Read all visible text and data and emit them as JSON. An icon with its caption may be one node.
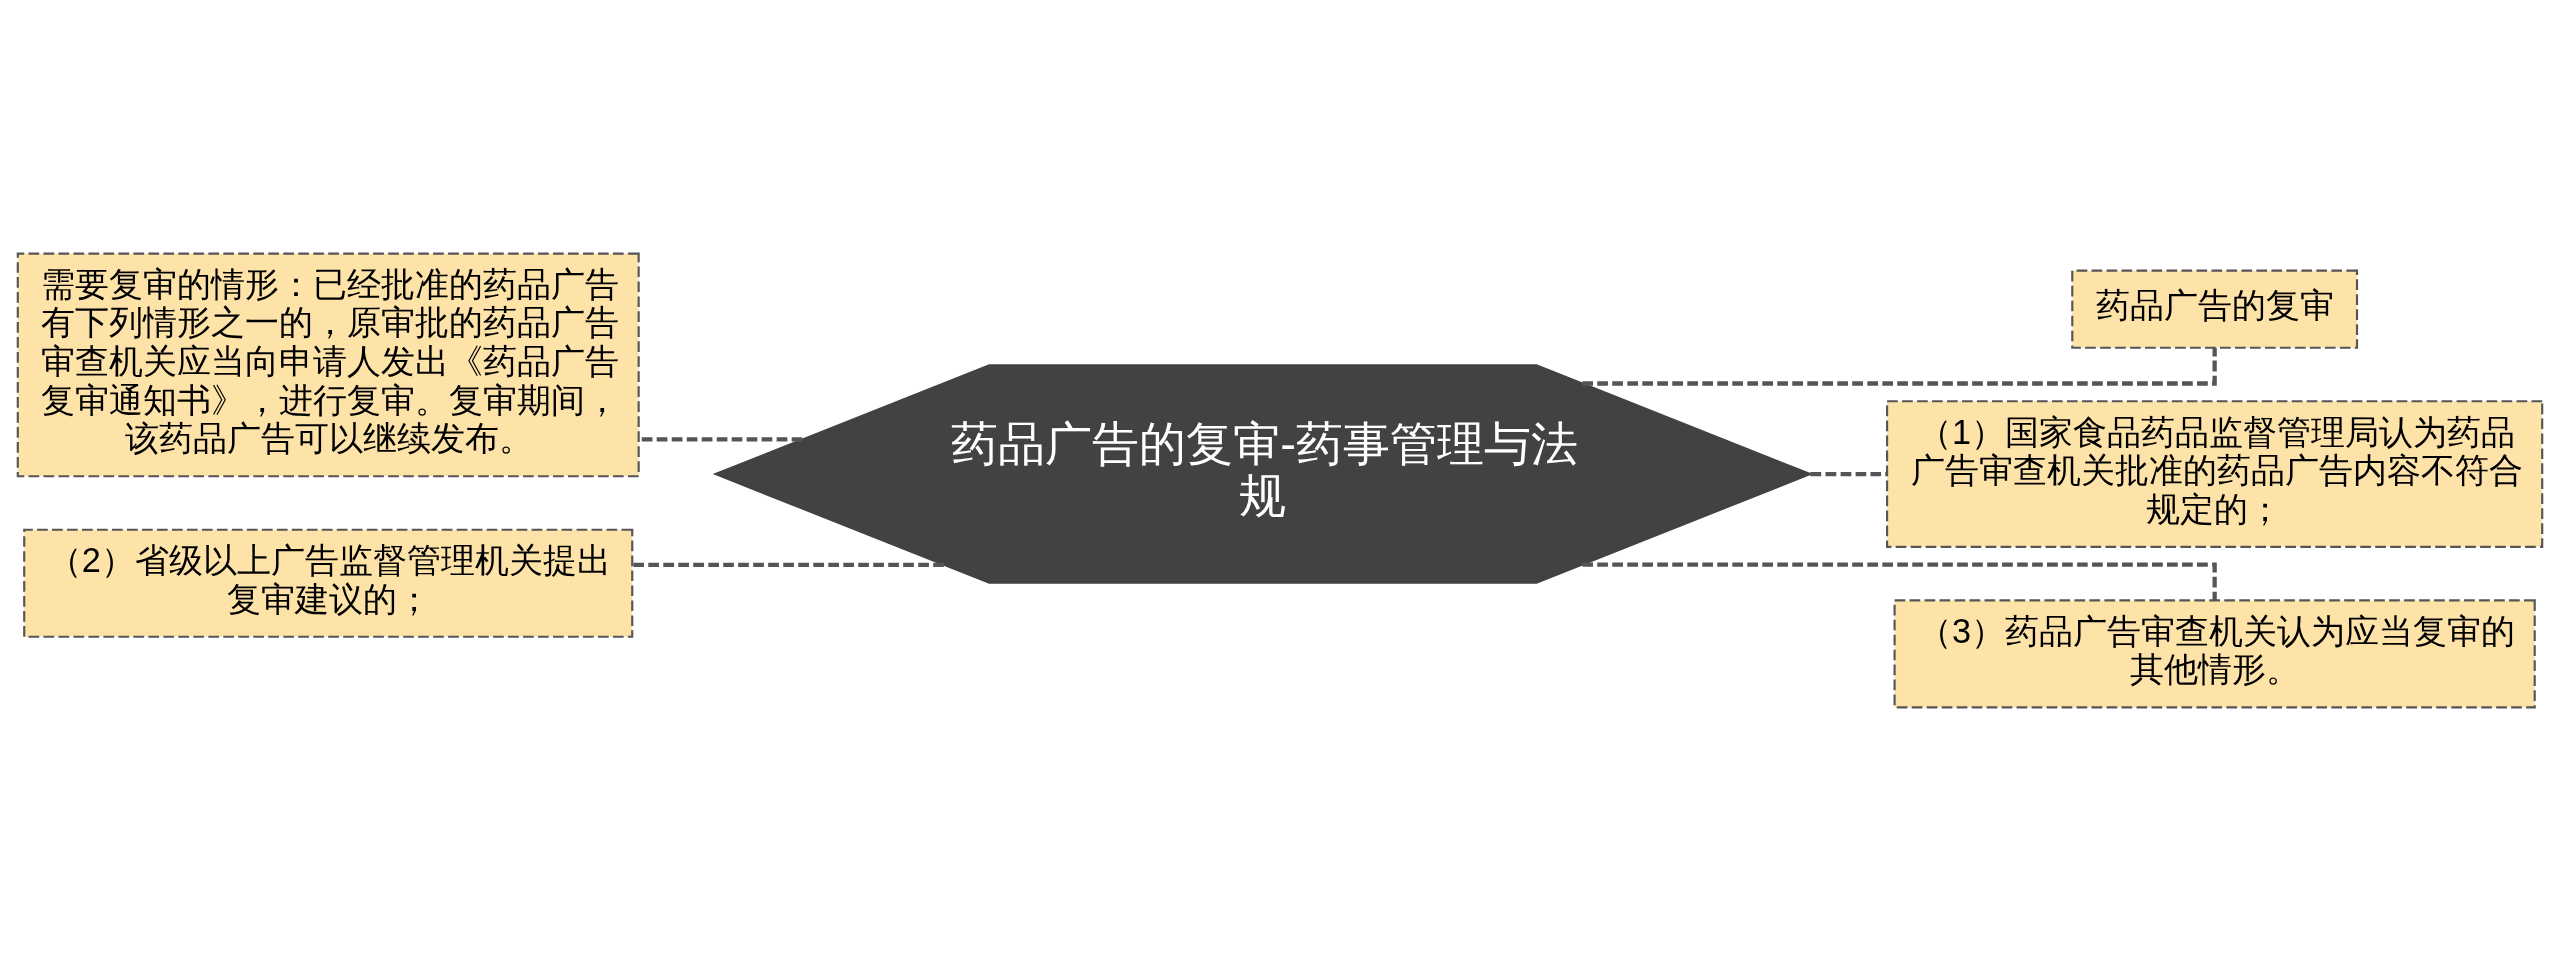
{
  "diagram": {
    "nodes": [
      {
        "text": [
          "药品广告的复审-药事管理与法规"
        ]
      },
      {
        "text": [
          "需要复审的情形：已经批准的药品广告有下列情形之一的，原审批的药品广告审查机关应当向申请人发出《药品广告复审通知书》，进行复审。复审期间，该药品广告可以继续发布。"
        ]
      },
      {
        "text": [
          "（2）省级以上广告监督管理机关提出复审建议的；"
        ]
      },
      {
        "text": [
          "药品广告的复审"
        ]
      },
      {
        "text": [
          "（1）国家食品药品监督管理局认为药品广告审查机关批准的药品广告内容不符合规定的；"
        ]
      },
      {
        "text": [
          "（3）药品广告审查机关认为应当复审的其他情形。"
        ]
      }
    ],
    "edges": [
      {
        "from": 0,
        "to": 1,
        "arrow": "none",
        "style": "dashed"
      },
      {
        "from": 0,
        "to": 2,
        "arrow": "none",
        "style": "dashed"
      },
      {
        "from": 0,
        "to": 3,
        "arrow": "none",
        "style": "dashed"
      },
      {
        "from": 0,
        "to": 4,
        "arrow": "none",
        "style": "dashed"
      },
      {
        "from": 0,
        "to": 5,
        "arrow": "none",
        "style": "dashed"
      }
    ]
  }
}
